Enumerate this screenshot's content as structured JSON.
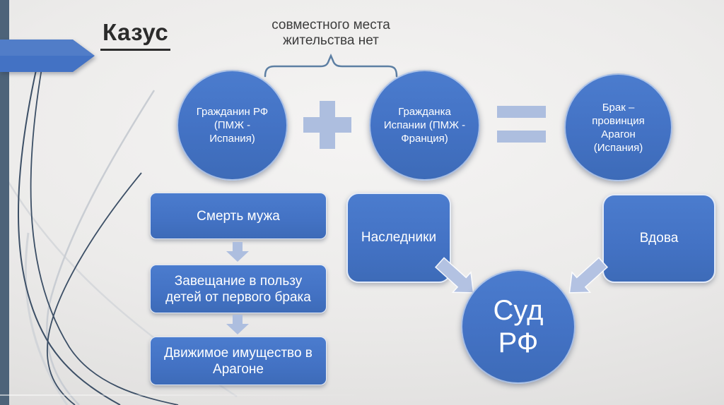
{
  "title": "Казус",
  "annotation": {
    "line1": "совместного места",
    "line2": "жительства нет"
  },
  "equation": {
    "husband": "Гражданин РФ (ПМЖ - Испания)",
    "wife": "Гражданка Испании (ПМЖ - Франция)",
    "marriage": "Брак – провинция Арагон (Испания)"
  },
  "flow": {
    "step1": "Смерть мужа",
    "step2": "Завещание в пользу детей от первого брака",
    "step3": "Движимое имущество в Арагоне"
  },
  "parties": {
    "heirs": "Наследники",
    "widow": "Вдова"
  },
  "court": "Суд РФ",
  "icons": {
    "plus": "plus-operator",
    "equals": "equals-operator",
    "down_arrow": "down-arrow",
    "converge_left": "arrow-pointing-down-right",
    "converge_right": "arrow-pointing-down-left",
    "banner": "right-pointing-banner-arrow",
    "brace": "upward-pointing-brace"
  },
  "colors": {
    "accent_blue": "#4372c4",
    "light_periwinkle": "#adbedf",
    "sidebar_slate": "#4d6379",
    "curve_dark": "#3c4f66",
    "curve_light": "#c9cdd3",
    "title_text": "#2b2b2b",
    "background_gray": "#e9e8e7",
    "shape_text": "#ffffff"
  }
}
